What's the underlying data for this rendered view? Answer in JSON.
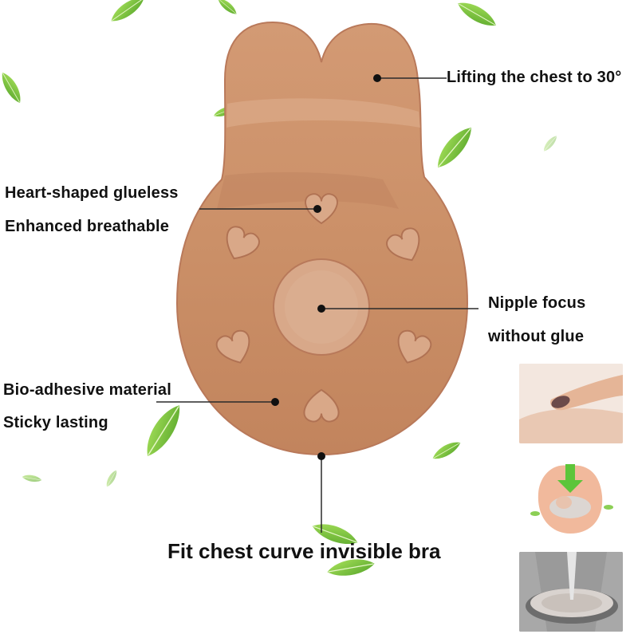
{
  "labels": {
    "lifting": "Lifting the chest to 30°",
    "heart_line1": "Heart-shaped glueless",
    "heart_line2": "Enhanced breathable",
    "nipple_line1": "Nipple focus",
    "nipple_line2": "without glue",
    "bio_line1": "Bio-adhesive material",
    "bio_line2": "Sticky lasting"
  },
  "caption": "Fit chest curve invisible bra",
  "thumbnails": [
    "finger-pressing-skin",
    "baby-on-pad-with-arrow",
    "pad-stretched-on-fabric"
  ],
  "colors": {
    "pad": "#c98e68",
    "pad_shadow": "#b9795a",
    "leaf": "#7ccb3e",
    "text": "#111111"
  }
}
